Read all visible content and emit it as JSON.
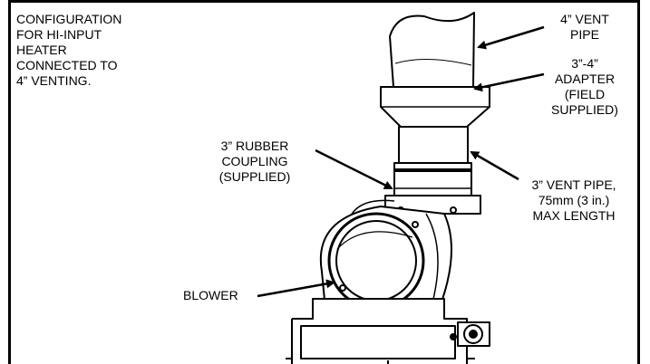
{
  "labels": {
    "config": [
      "CONFIGURATION",
      "FOR HI-INPUT",
      "HEATER",
      "CONNECTED TO",
      "4” VENTING."
    ],
    "vent4": [
      "4” VENT",
      "PIPE"
    ],
    "adapter": [
      "3”-4”",
      "ADAPTER",
      "(FIELD",
      "SUPPLIED)"
    ],
    "coupling": [
      "3” RUBBER",
      "COUPLING",
      "(SUPPLIED)"
    ],
    "vent3": [
      "3” VENT PIPE,",
      "75mm (3 in.)",
      "MAX LENGTH"
    ],
    "blower": [
      "BLOWER"
    ]
  }
}
